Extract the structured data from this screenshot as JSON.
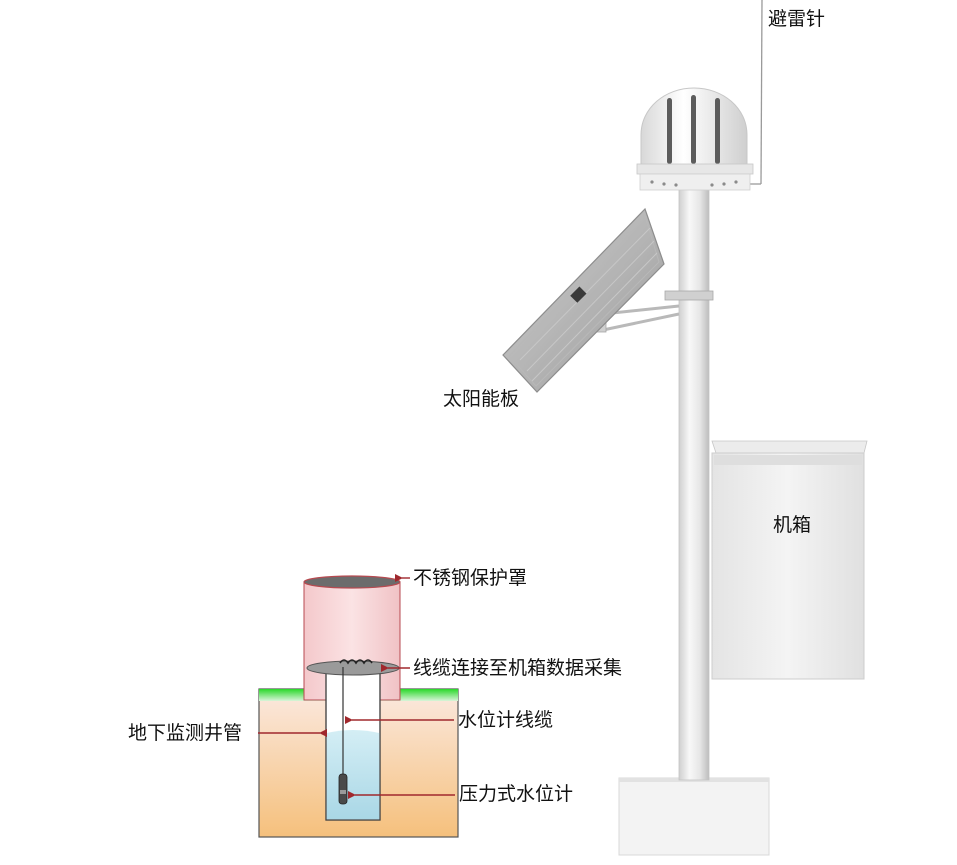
{
  "labels": {
    "lightning_rod": "避雷针",
    "solar_panel": "太阳能板",
    "cabinet": "机箱",
    "stainless_cover": "不锈钢保护罩",
    "cable_connection": "线缆连接至机箱数据采集",
    "water_level_cable": "水位计线缆",
    "monitoring_well": "地下监测井管",
    "pressure_sensor": "压力式水位计"
  },
  "colors": {
    "arrow": "#a0282d",
    "ground_grass": "#33cc33",
    "soil_top": "#fbe9e0",
    "soil_bottom": "#f5c07c",
    "cover_fill": "#f6d4d6",
    "water": "#bfe3ee"
  }
}
